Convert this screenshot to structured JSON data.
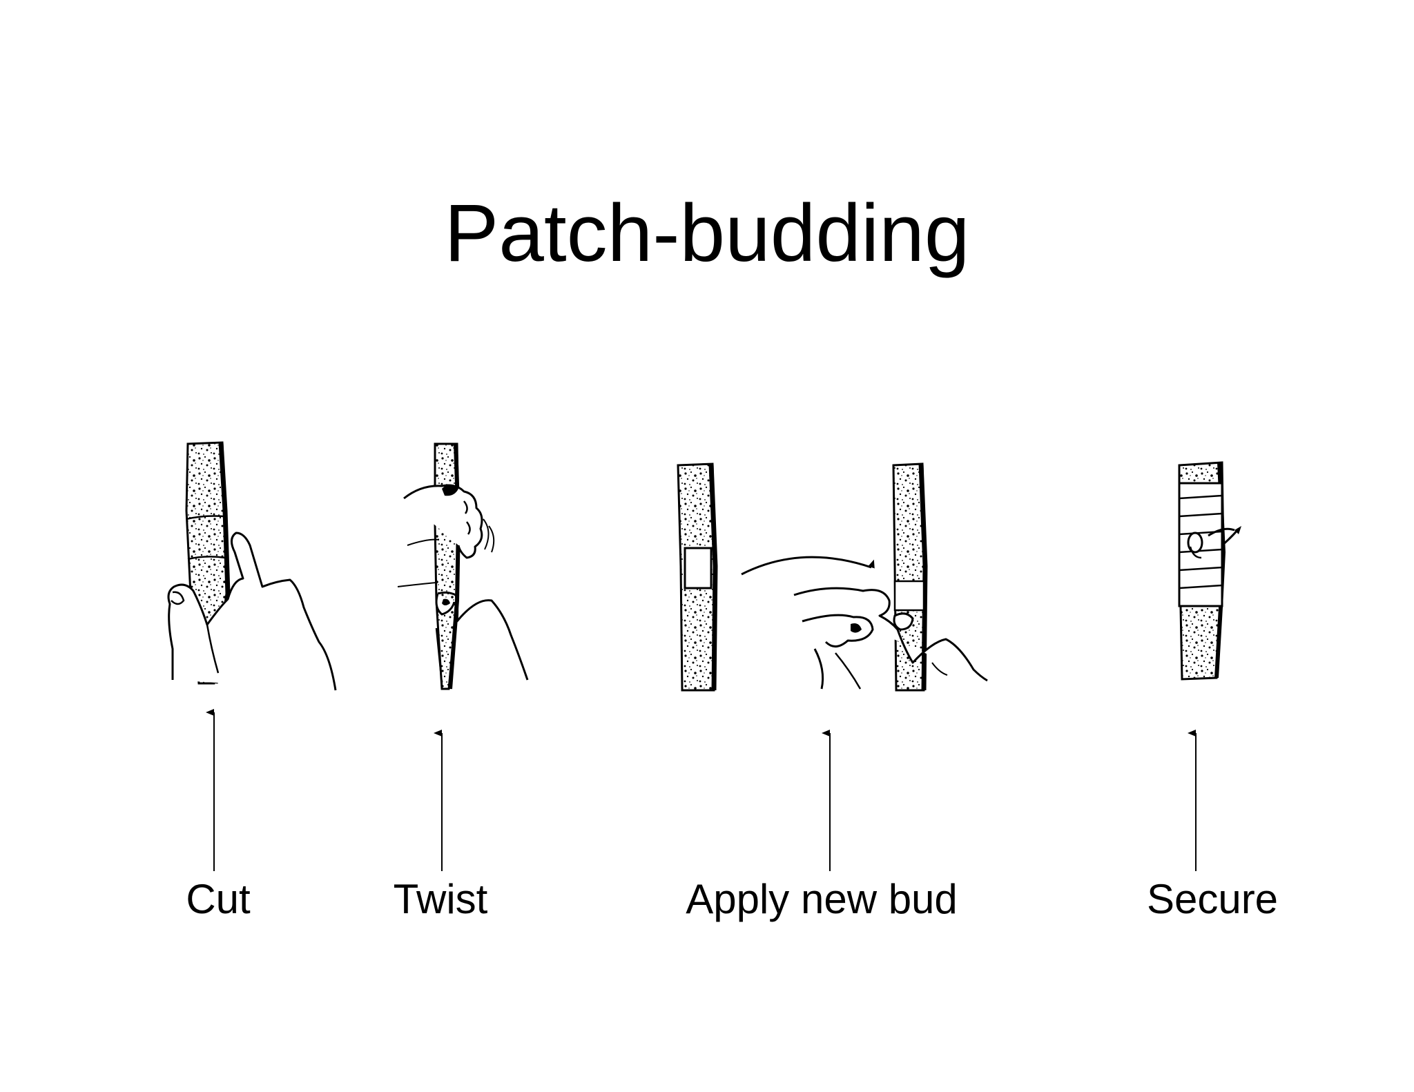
{
  "slide": {
    "title": "Patch-budding",
    "steps": [
      {
        "label": "Cut"
      },
      {
        "label": "Twist"
      },
      {
        "label": "Apply new bud"
      },
      {
        "label": "Secure"
      }
    ]
  },
  "colors": {
    "ink": "#000000",
    "background": "#ffffff"
  }
}
